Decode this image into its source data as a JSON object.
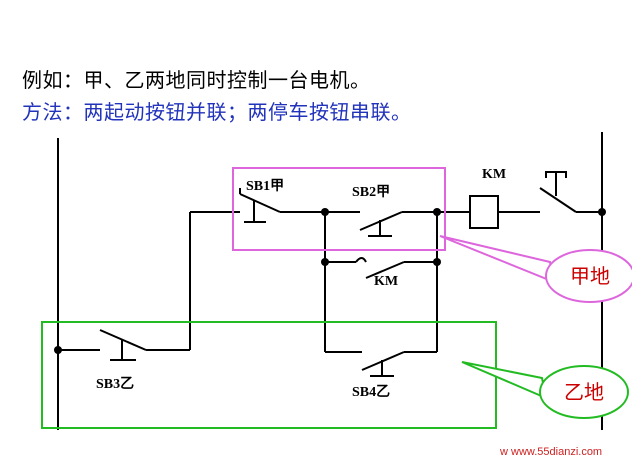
{
  "heading": {
    "title": "例如：甲、乙两地同时控制一台电机。",
    "method": "方法：两起动按钮并联；两停车按钮串联。"
  },
  "components": {
    "sb1": "SB1甲",
    "sb2": "SB2甲",
    "sb3": "SB3乙",
    "sb4": "SB4乙",
    "km_contact": "KM",
    "km_coil": "KM"
  },
  "callouts": {
    "location_a": "甲地",
    "location_b": "乙地"
  },
  "colors": {
    "title_text": "#000000",
    "method_text": "#2233bb",
    "box_a": "#dd66dd",
    "box_b": "#22bb22",
    "callout_text": "#cc0000"
  },
  "watermark": "w  www.55dianzi.com"
}
